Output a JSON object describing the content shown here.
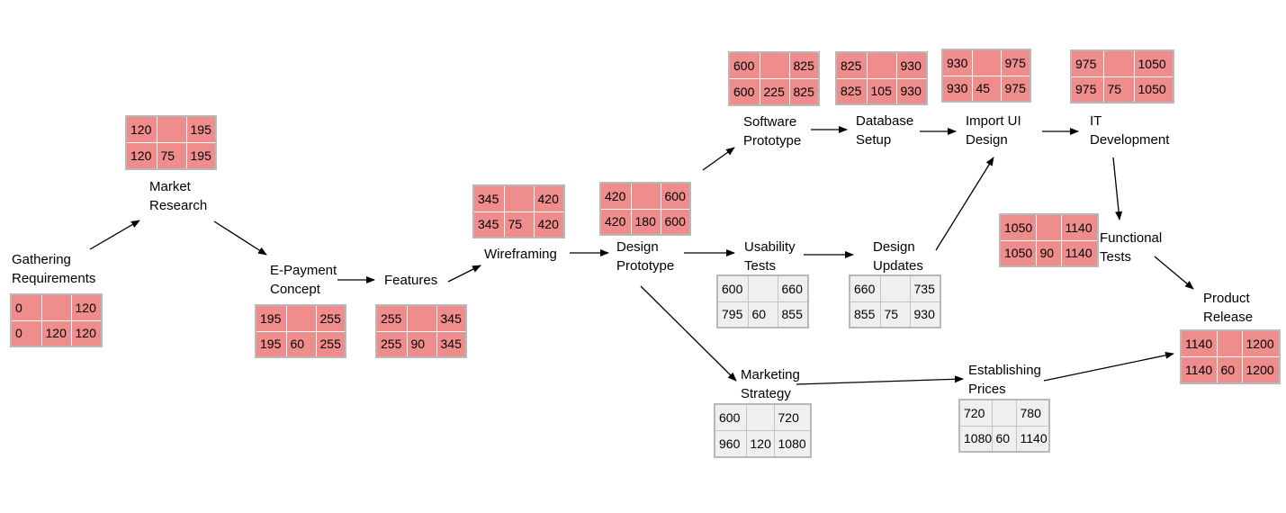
{
  "colors": {
    "critical": "#ef8c8c",
    "non_critical": "#efefef",
    "arrow": "#000000"
  },
  "nodes": {
    "gathering": {
      "label1": "Gathering",
      "label2": "Requirements",
      "es": "0",
      "ef": "120",
      "ls": "0",
      "dur": "120",
      "lf": "120",
      "critical": true
    },
    "market": {
      "label1": "Market",
      "label2": "Research",
      "es": "120",
      "ef": "195",
      "ls": "120",
      "dur": "75",
      "lf": "195",
      "critical": true
    },
    "epayment": {
      "label1": "E-Payment",
      "label2": "Concept",
      "es": "195",
      "ef": "255",
      "ls": "195",
      "dur": "60",
      "lf": "255",
      "critical": true
    },
    "features": {
      "label1": "Features",
      "label2": "",
      "es": "255",
      "ef": "345",
      "ls": "255",
      "dur": "90",
      "lf": "345",
      "critical": true
    },
    "wireframing": {
      "label1": "Wireframing",
      "label2": "",
      "es": "345",
      "ef": "420",
      "ls": "345",
      "dur": "75",
      "lf": "420",
      "critical": true
    },
    "design": {
      "label1": "Design",
      "label2": "Prototype",
      "es": "420",
      "ef": "600",
      "ls": "420",
      "dur": "180",
      "lf": "600",
      "critical": true
    },
    "software": {
      "label1": "Software",
      "label2": "Prototype",
      "es": "600",
      "ef": "825",
      "ls": "600",
      "dur": "225",
      "lf": "825",
      "critical": true
    },
    "database": {
      "label1": "Database",
      "label2": "Setup",
      "es": "825",
      "ef": "930",
      "ls": "825",
      "dur": "105",
      "lf": "930",
      "critical": true
    },
    "importui": {
      "label1": "Import UI",
      "label2": "Design",
      "es": "930",
      "ef": "975",
      "ls": "930",
      "dur": "45",
      "lf": "975",
      "critical": true
    },
    "itdev": {
      "label1": "IT",
      "label2": "Development",
      "es": "975",
      "ef": "1050",
      "ls": "975",
      "dur": "75",
      "lf": "1050",
      "critical": true
    },
    "usability": {
      "label1": "Usability",
      "label2": "Tests",
      "es": "600",
      "ef": "660",
      "ls": "795",
      "dur": "60",
      "lf": "855",
      "critical": false
    },
    "updates": {
      "label1": "Design",
      "label2": "Updates",
      "es": "660",
      "ef": "735",
      "ls": "855",
      "dur": "75",
      "lf": "930",
      "critical": false
    },
    "functional": {
      "label1": "Functional",
      "label2": "Tests",
      "es": "1050",
      "ef": "1140",
      "ls": "1050",
      "dur": "90",
      "lf": "1140",
      "critical": true
    },
    "marketing": {
      "label1": "Marketing",
      "label2": "Strategy",
      "es": "600",
      "ef": "720",
      "ls": "960",
      "dur": "120",
      "lf": "1080",
      "critical": false
    },
    "prices": {
      "label1": "Establishing",
      "label2": "Prices",
      "es": "720",
      "ef": "780",
      "ls": "1080",
      "dur": "60",
      "lf": "1140",
      "critical": false
    },
    "release": {
      "label1": "Product",
      "label2": "Release",
      "es": "1140",
      "ef": "1200",
      "ls": "1140",
      "dur": "60",
      "lf": "1200",
      "critical": true
    }
  },
  "edges": [
    [
      "gathering",
      "market"
    ],
    [
      "market",
      "epayment"
    ],
    [
      "epayment",
      "features"
    ],
    [
      "features",
      "wireframing"
    ],
    [
      "wireframing",
      "design"
    ],
    [
      "design",
      "software"
    ],
    [
      "software",
      "database"
    ],
    [
      "database",
      "importui"
    ],
    [
      "importui",
      "itdev"
    ],
    [
      "itdev",
      "functional"
    ],
    [
      "functional",
      "release"
    ],
    [
      "design",
      "usability"
    ],
    [
      "usability",
      "updates"
    ],
    [
      "updates",
      "importui"
    ],
    [
      "design",
      "marketing"
    ],
    [
      "marketing",
      "prices"
    ],
    [
      "prices",
      "release"
    ]
  ]
}
